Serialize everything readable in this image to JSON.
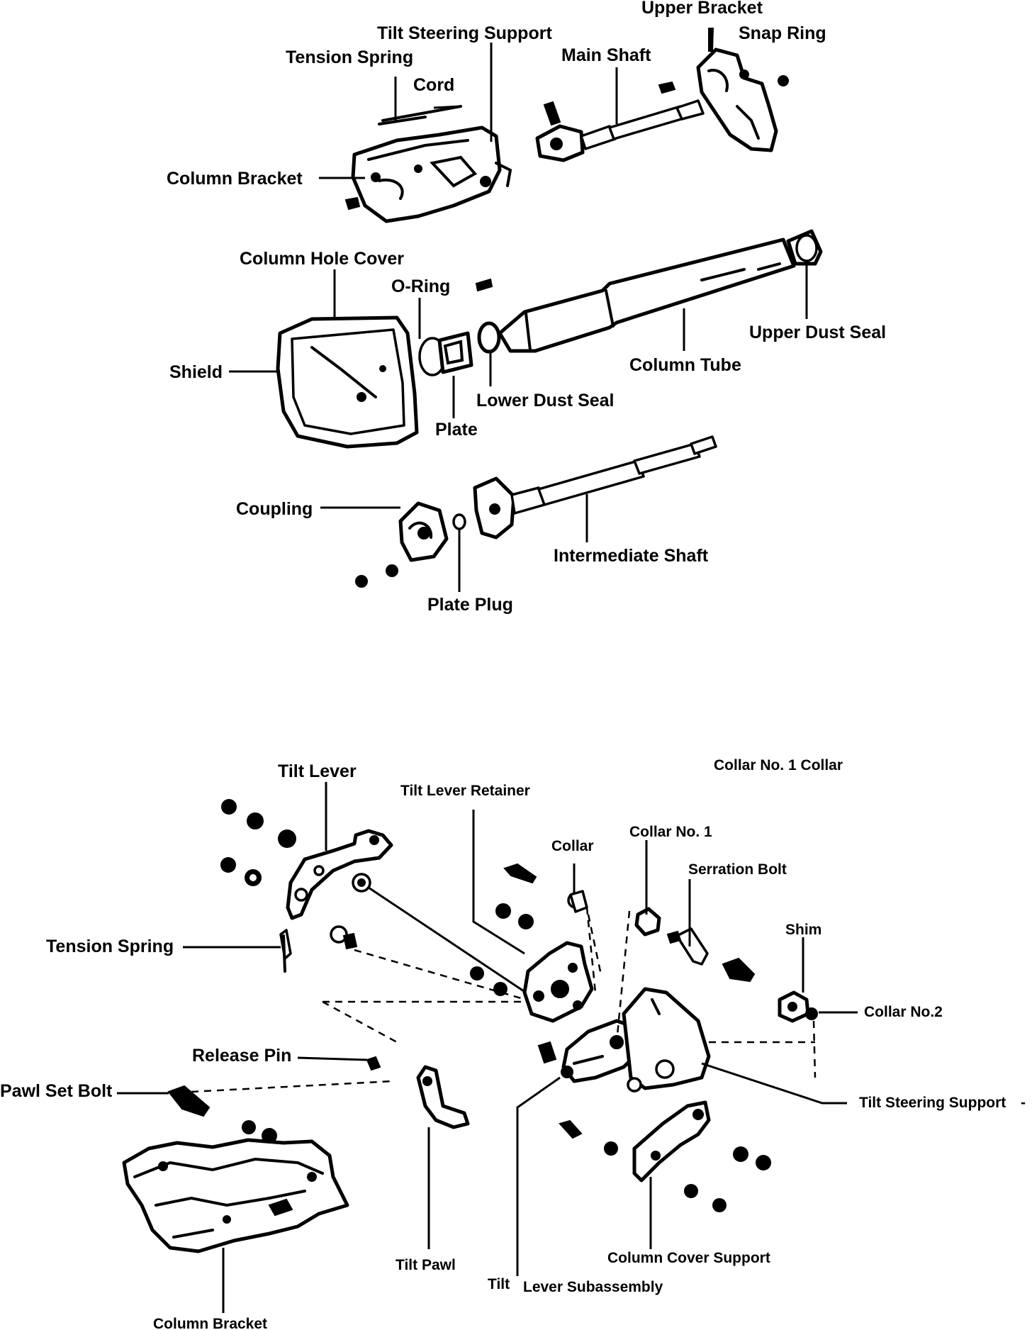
{
  "top_diagram": {
    "labels": {
      "upper_bracket": "Upper Bracket",
      "tilt_steering_support": "Tilt Steering Support",
      "snap_ring": "Snap Ring",
      "main_shaft": "Main Shaft",
      "tension_spring": "Tension Spring",
      "cord": "Cord",
      "column_bracket": "Column Bracket",
      "column_hole_cover": "Column Hole Cover",
      "o_ring": "O-Ring",
      "upper_dust_seal": "Upper Dust Seal",
      "shield": "Shield",
      "column_tube": "Column Tube",
      "lower_dust_seal": "Lower Dust  Seal",
      "plate": "Plate",
      "coupling": "Coupling",
      "intermediate_shaft": "Intermediate Shaft",
      "plate_plug": "Plate Plug"
    }
  },
  "bottom_diagram": {
    "labels": {
      "header_collars": "Collar No. 1 Collar",
      "tilt_lever": "Tilt Lever",
      "tilt_lever_retainer": "Tilt Lever Retainer",
      "collar": "Collar",
      "collar_no1": "Collar No. 1",
      "serration_bolt": "Serration Bolt",
      "shim": "Shim",
      "tension_spring": "Tension Spring",
      "collar_no2": "Collar  No.2",
      "release_pin": "Release Pin",
      "tilt_steering_support": "Tilt Steering Support",
      "tilt_steering_support_dash": "-",
      "pawl_set_bolt": "Pawl Set Bolt",
      "column_cover_support": "Column Cover Support",
      "tilt_pawl": "Tilt Pawl",
      "tilt": "Tilt",
      "lever_subassembly": "Lever Subassembly",
      "column_bracket": "Column Bracket"
    }
  }
}
